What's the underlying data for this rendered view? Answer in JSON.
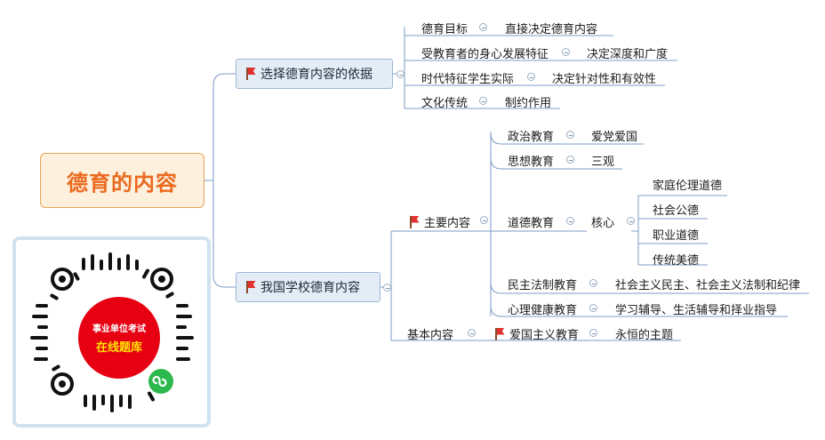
{
  "root": {
    "label": "德育的内容"
  },
  "branch_basis": {
    "label": "选择德育内容的依据",
    "items": [
      {
        "label": "德育目标",
        "result": "直接决定德育内容"
      },
      {
        "label": "受教育者的身心发展特征",
        "result": "决定深度和广度"
      },
      {
        "label": "时代特征学生实际",
        "result": "决定针对性和有效性"
      },
      {
        "label": "文化传统",
        "result": "制约作用"
      }
    ]
  },
  "branch_school": {
    "label": "我国学校德育内容",
    "main": {
      "label": "主要内容",
      "items": [
        {
          "label": "政治教育",
          "result": "爱党爱国"
        },
        {
          "label": "思想教育",
          "result": "三观"
        },
        {
          "label": "道德教育",
          "core": "核心",
          "subitems": [
            "家庭伦理道德",
            "社会公德",
            "职业道德",
            "传统美德"
          ]
        },
        {
          "label": "民主法制教育",
          "result": "社会主义民主、社会主义法制和纪律"
        },
        {
          "label": "心理健康教育",
          "result": "学习辅导、生活辅导和择业指导"
        }
      ]
    },
    "basic": {
      "label": "基本内容",
      "item": {
        "label": "爱国主义教育",
        "result": "永恒的主题"
      }
    }
  },
  "qr": {
    "line1": "事业单位考试",
    "line2": "在线题库"
  },
  "colors": {
    "line": "#7c9cc4",
    "root_text": "#ea6a1f",
    "flag": "#e0322e",
    "qr_red": "#e60012",
    "qr_green": "#2db84d"
  },
  "icons": [
    "flag-icon",
    "collapse-icon",
    "wechat-miniprogram-icon"
  ]
}
